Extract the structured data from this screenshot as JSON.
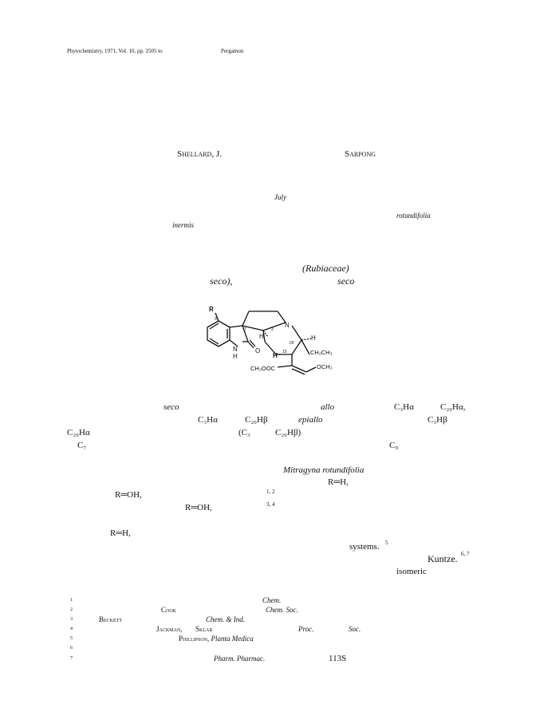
{
  "header": {
    "citation": "Phytochemistry, 1971, Vol. 10, pp. 2505 to",
    "publisher": "Pergamon"
  },
  "authors": {
    "first": "Shellard, J.",
    "second": "Sarpong"
  },
  "received": {
    "month": "July"
  },
  "abstract": {
    "species_a": "rotundifolia",
    "species_b": "inermis"
  },
  "intro": {
    "family": "(Rubiaceae)",
    "seco_paren": "seco),",
    "seco": "seco"
  },
  "structure_labels": {
    "r": "R",
    "pos9": "9",
    "pos7": "7",
    "pos3": "3",
    "pos20": "20",
    "pos15": "15",
    "n4": "N",
    "n1": "N",
    "h_n1": "H",
    "o": "O",
    "h3": "H",
    "h15": "H",
    "h20": "H",
    "ethyl": "CH₂CH₃",
    "ester": "CH₃OOC",
    "methoxy": "OCH₃"
  },
  "body": {
    "l1_seco": "seco",
    "l1_allo": "allo",
    "l1_c3ha": "C₃Hα",
    "l1_c20ha": "C₂₀Hα,",
    "l2_c3ha": "C₃Hα",
    "l2_c20hb": "C₂₀Hβ",
    "l2_epiallo": "epiallo",
    "l2_c3hb": "C₃Hβ",
    "l3_c20ha": "C₂₀Hα",
    "l3_c3": "(C₃",
    "l3_c20hb": "C₂₀Hβ)",
    "l4_c7": "C₇",
    "l4_c9": "C₉",
    "l5_species": "Mitragyna rotundifolia",
    "l6_rh": "R═H,",
    "l7_roh": "R═OH,",
    "l7_ref": "1, 2",
    "l8_roh": "R═OH,",
    "l8_ref": "3, 4",
    "l9_rh": "R═H,",
    "l10_systems": "systems.",
    "l10_ref": "5",
    "l11_kuntze": "Kuntze.",
    "l11_ref": "6, 7",
    "l12_isomeric": "isomeric"
  },
  "footnotes": [
    {
      "num": "1",
      "parts": [
        {
          "text": "Chem.",
          "cls": "it"
        }
      ]
    },
    {
      "num": "2",
      "parts": [
        {
          "text": "Cook",
          "cls": "sc"
        },
        {
          "text": "Chem. Soc.",
          "cls": "it"
        }
      ]
    },
    {
      "num": "3",
      "parts": [
        {
          "text": "Beckett",
          "cls": "sc"
        },
        {
          "text": "Chem. & Ind.",
          "cls": "it"
        }
      ]
    },
    {
      "num": "4",
      "parts": [
        {
          "text": "Jackman,",
          "cls": "sc"
        },
        {
          "text": "Sklar",
          "cls": "sc"
        },
        {
          "text": "Proc.",
          "cls": "it"
        },
        {
          "text": "Soc.",
          "cls": "it"
        }
      ]
    },
    {
      "num": "5",
      "parts": [
        {
          "text": "Phillipson, Planta Medica",
          "cls": "mix"
        }
      ]
    },
    {
      "num": "6",
      "parts": []
    },
    {
      "num": "7",
      "parts": [
        {
          "text": "Pharm. Pharmac.",
          "cls": "it"
        },
        {
          "text": "113S",
          "cls": ""
        }
      ]
    }
  ]
}
